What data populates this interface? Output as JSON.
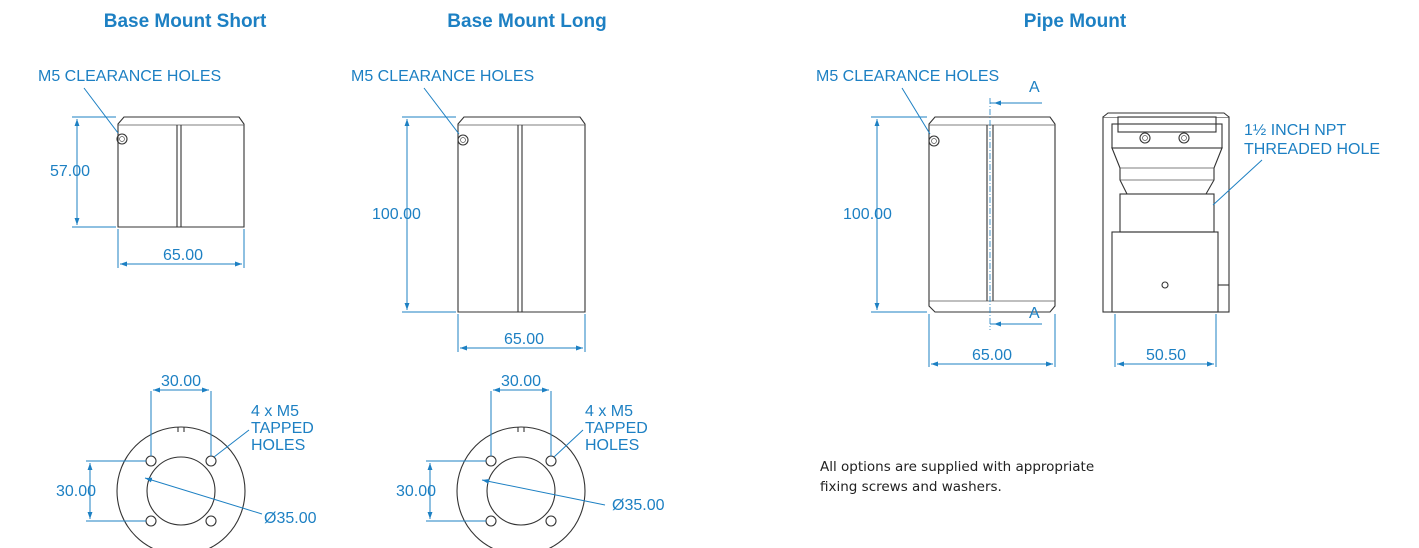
{
  "titles": {
    "base_short": "Base Mount Short",
    "base_long": "Base Mount Long",
    "pipe": "Pipe Mount"
  },
  "labels": {
    "clearance_holes": "M5 CLEARANCE HOLES",
    "tapped_line1": "4 x M5",
    "tapped_line2": "TAPPED",
    "tapped_line3": "HOLES",
    "npt_line1": "1½ INCH NPT",
    "npt_line2": "THREADED HOLE",
    "section_marker": "A"
  },
  "dimensions": {
    "short_height": "57.00",
    "long_height": "100.00",
    "pipe_height": "100.00",
    "width": "65.00",
    "pipe_side_width": "50.50",
    "hole_spacing": "30.00",
    "bore_diameter": "Ø35.00"
  },
  "note": {
    "line1": "All options are supplied with appropriate",
    "line2": "fixing screws and washers."
  },
  "colors": {
    "annotation": "#1d80c3",
    "outline": "#333333",
    "note_text": "#222222"
  }
}
